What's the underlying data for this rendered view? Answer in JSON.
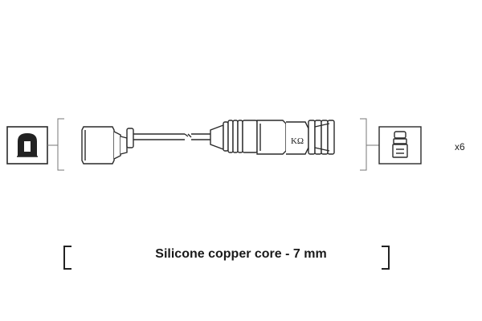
{
  "diagram": {
    "quantity_label": "x6",
    "resistance_symbol": "KΩ",
    "caption": "Silicone copper core - 7 mm"
  },
  "colors": {
    "line": "#2a2a2a",
    "fill": "#ffffff",
    "dark": "#222222"
  }
}
